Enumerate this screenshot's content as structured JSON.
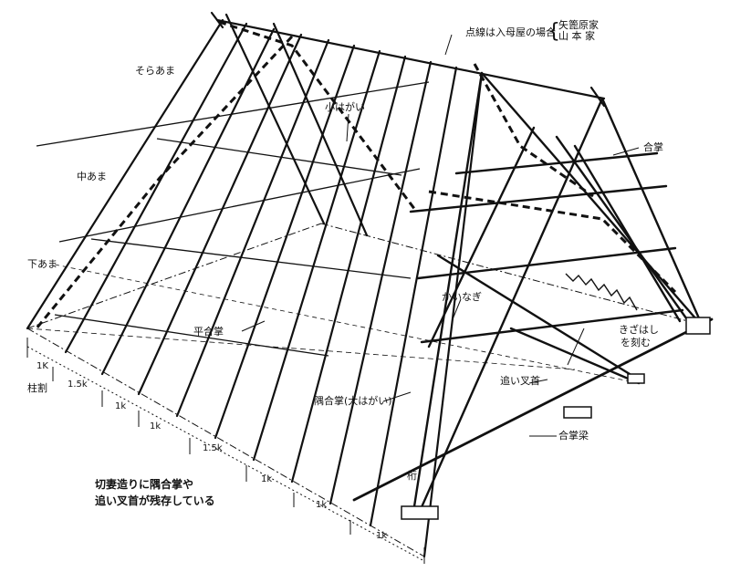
{
  "colors": {
    "ink": "#111111",
    "paper": "#ffffff"
  },
  "labels": {
    "dotted_note": "点線は入母屋の場合",
    "house_1": "矢篦原家",
    "house_2": "山 本 家",
    "sora_ama": "そらあま",
    "naka_ama": "中あま",
    "shita_ama": "下あま",
    "ko_hagai": "小はがい",
    "gassho": "合掌",
    "kainagi": "かいなぎ",
    "kizahashi_1": "きざはし",
    "kizahashi_2": "を刻む",
    "oi_sasu": "追い叉首",
    "hira_gassho": "平合掌",
    "sumi_gassho": "隅合掌(大はがい)",
    "gassho_bari": "合掌梁",
    "keta": "桁",
    "hashira_wari": "柱割"
  },
  "dimensions": [
    "1K",
    "1.5k",
    "1k",
    "1k",
    "1.5k",
    "1k",
    "1k",
    "1k"
  ],
  "caption": {
    "line1": "切妻造りに隅合掌や",
    "line2": "追い叉首が残存している"
  }
}
